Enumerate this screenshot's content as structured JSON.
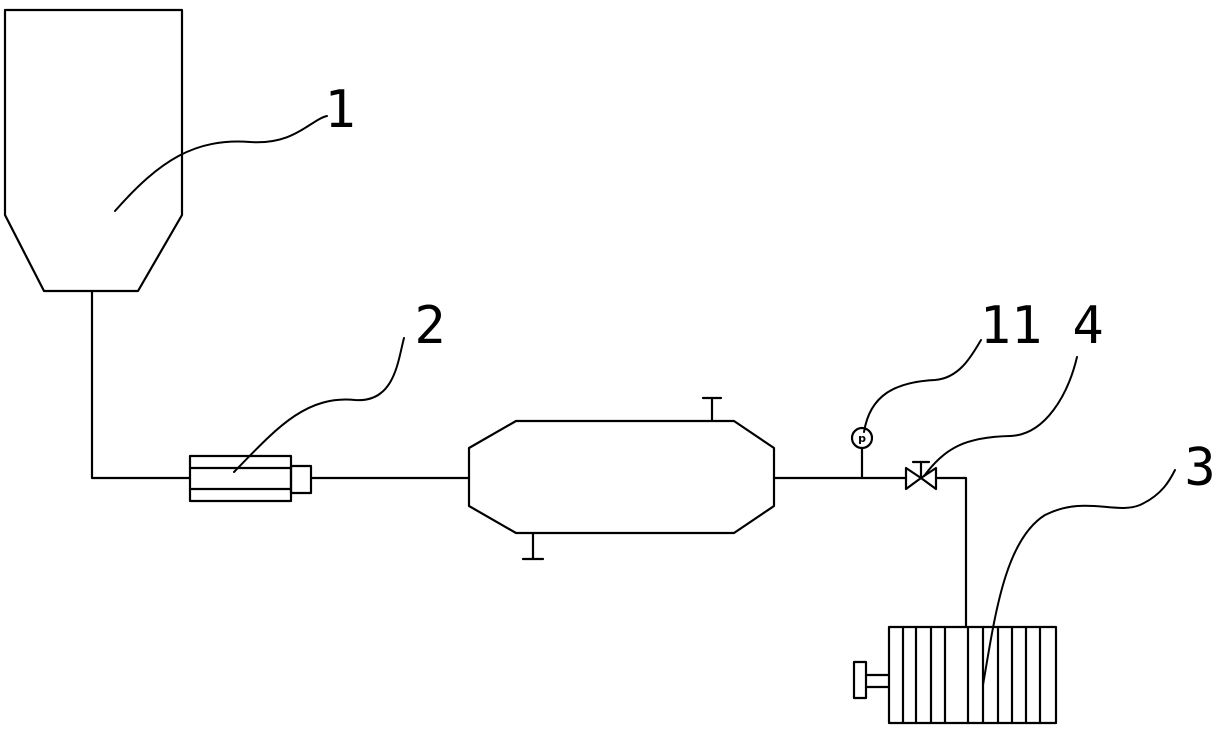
{
  "diagram": {
    "stroke_color": "#000000",
    "background": "#ffffff",
    "labels": {
      "hopper": "1",
      "pump": "2",
      "filter_press": "3",
      "valve": "4",
      "pressure_gauge": "11"
    },
    "gauge_symbol": "p"
  }
}
